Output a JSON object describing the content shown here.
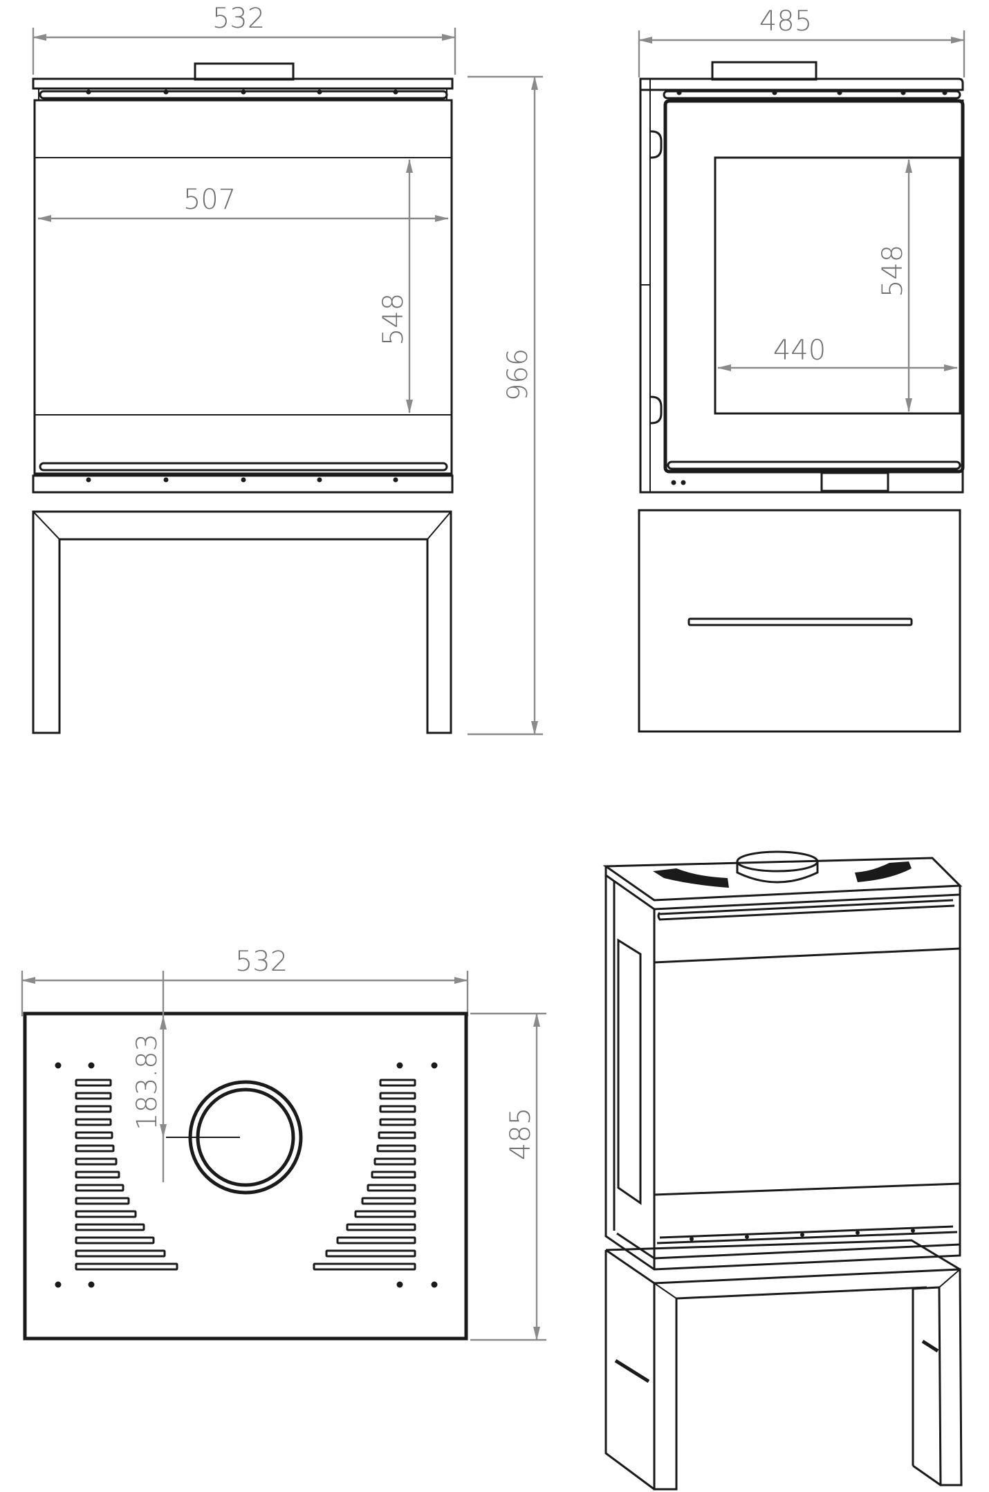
{
  "views": {
    "front": {
      "dims": {
        "width_overall": "532",
        "width_glass": "507",
        "height_glass": "548",
        "height_overall": "966"
      }
    },
    "side": {
      "dims": {
        "depth_overall": "485",
        "height_glass": "548",
        "width_glass": "440"
      }
    },
    "top": {
      "dims": {
        "width": "532",
        "flue_offset": "183.83",
        "depth": "485"
      }
    },
    "isometric": {}
  }
}
